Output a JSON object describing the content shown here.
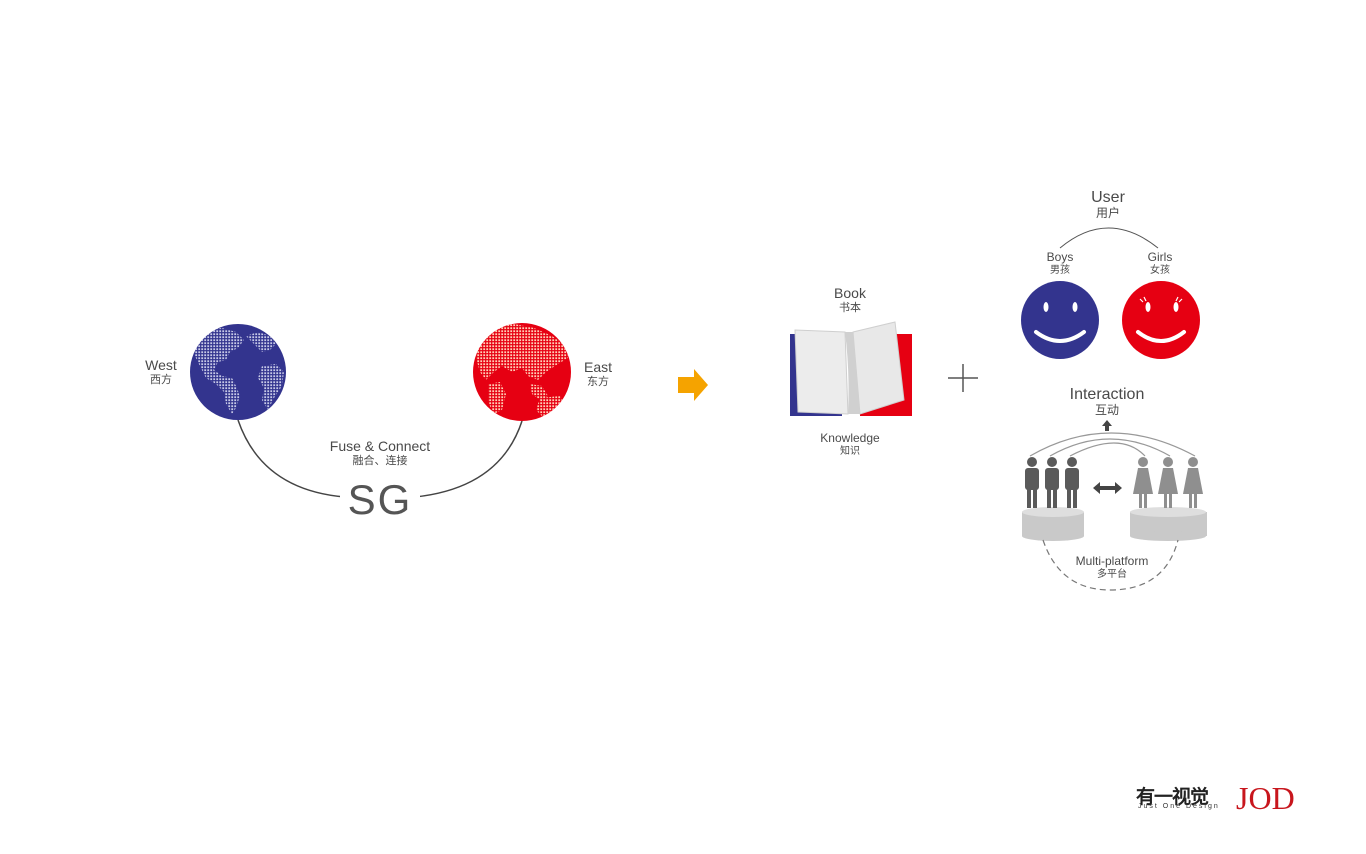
{
  "west": {
    "en": "West",
    "zh": "西方",
    "color": "#33348e"
  },
  "east": {
    "en": "East",
    "zh": "东方",
    "color": "#e60012"
  },
  "fuse": {
    "en": "Fuse & Connect",
    "zh": "融合、连接"
  },
  "sg": "SG",
  "arrow_color": "#f5a300",
  "book": {
    "en": "Book",
    "zh": "书本"
  },
  "knowledge": {
    "en": "Knowledge",
    "zh": "知识"
  },
  "plus": "+",
  "user": {
    "en": "User",
    "zh": "用户"
  },
  "boys": {
    "en": "Boys",
    "zh": "男孩"
  },
  "girls": {
    "en": "Girls",
    "zh": "女孩"
  },
  "interaction": {
    "en": "Interaction",
    "zh": "互动"
  },
  "multiplatform": {
    "en": "Multi-platform",
    "zh": "多平台"
  },
  "brand": {
    "cn": "有一视觉",
    "tagline": "Just One Design",
    "logo": "JOD"
  }
}
